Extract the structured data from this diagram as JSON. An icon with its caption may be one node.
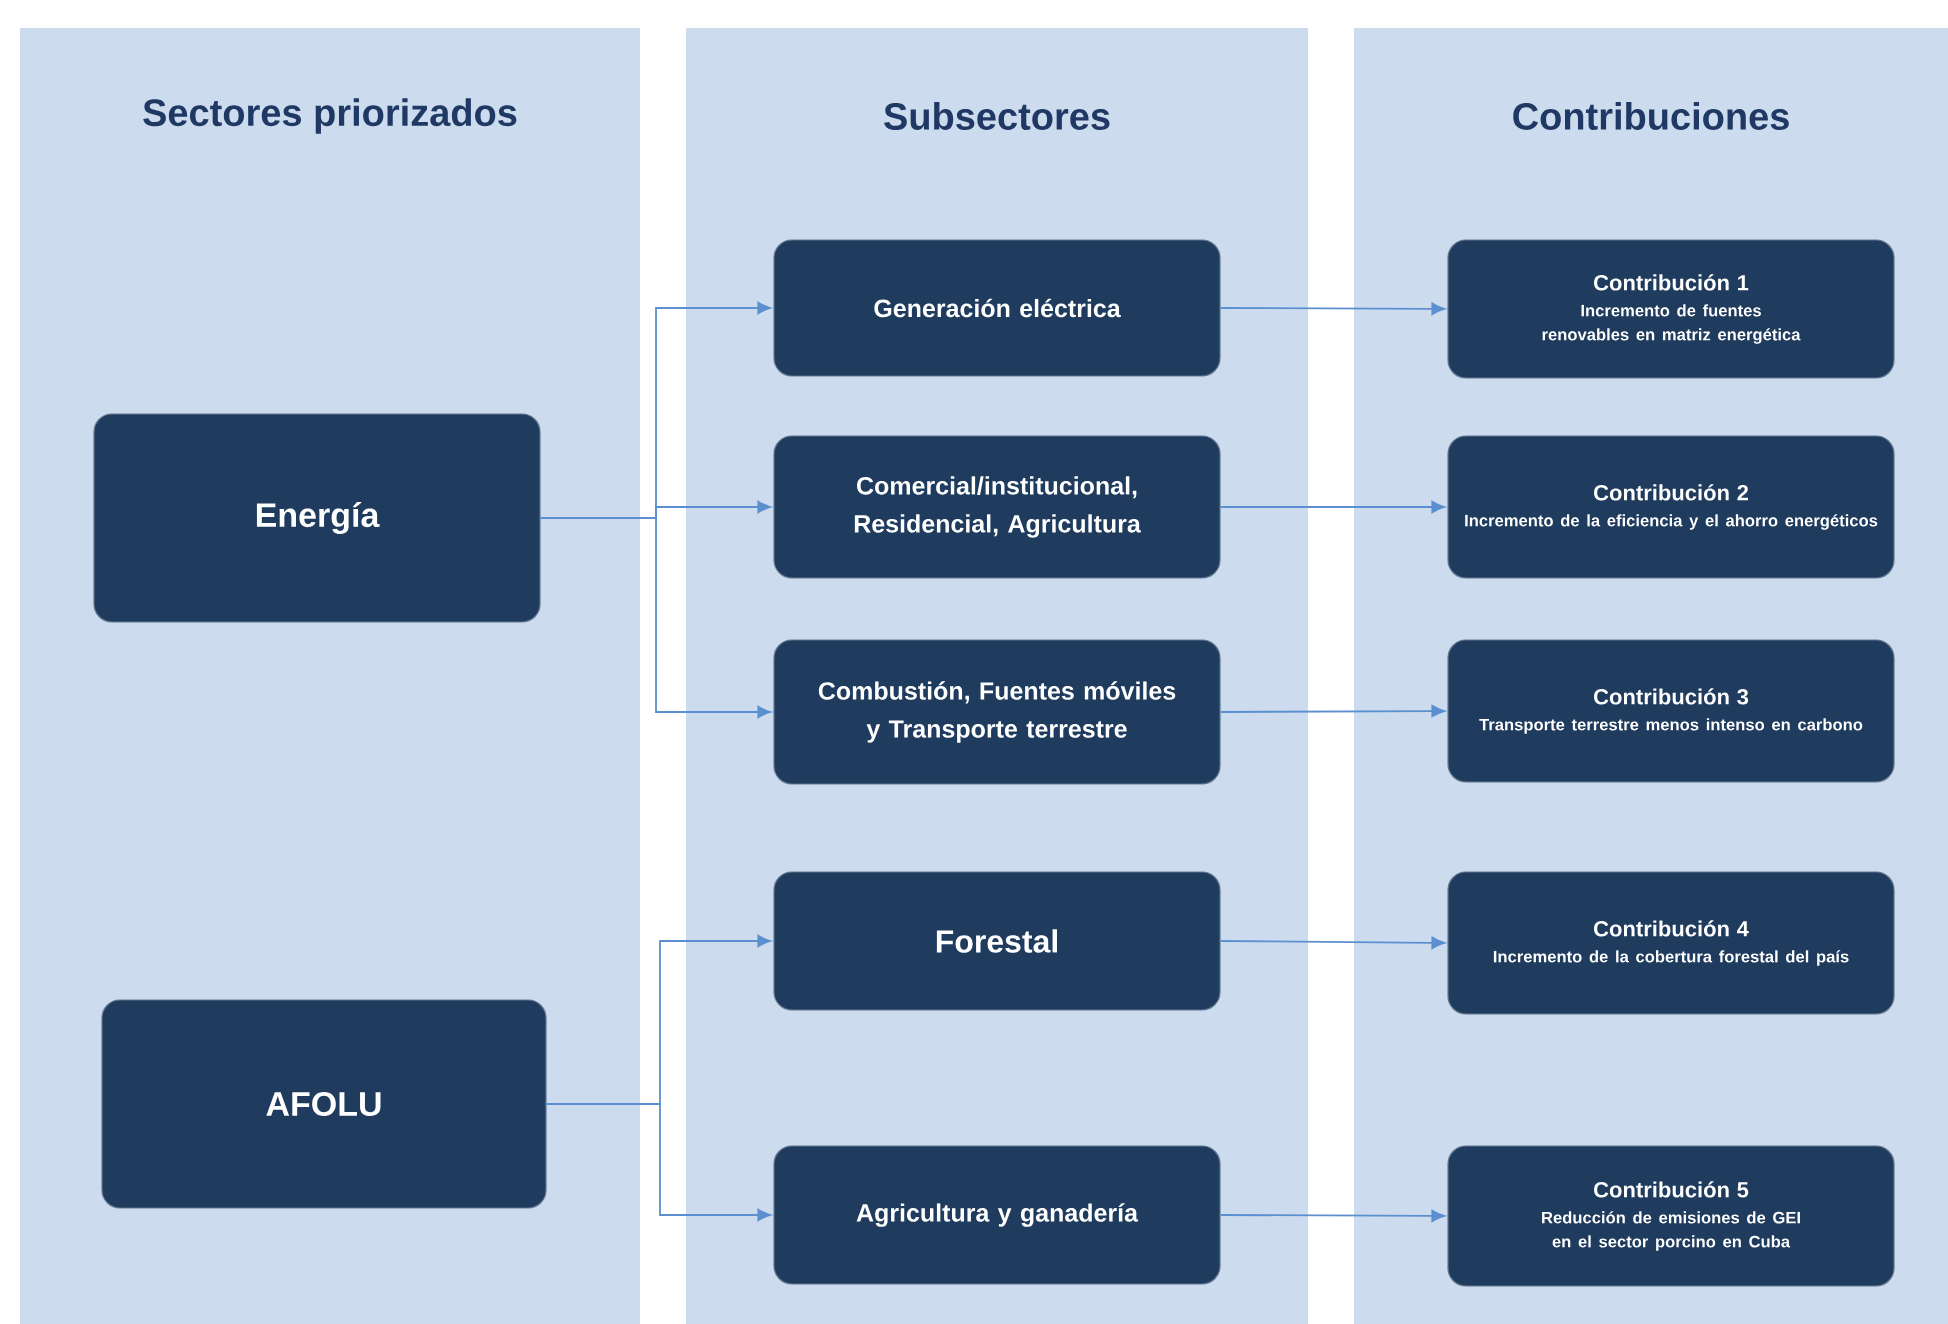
{
  "diagram": {
    "nodes": [
      {
        "text": [
          "Sectores priorizados"
        ]
      },
      {
        "text": [
          "Energía"
        ],
        "in": 0
      },
      {
        "text": [
          "AFOLU"
        ],
        "in": 0
      },
      {
        "text": [
          "Subsectores"
        ]
      },
      {
        "text": [
          "Generación eléctrica"
        ],
        "in": 3
      },
      {
        "text": [
          "Comercial/institucional, Residencial, Agricultura"
        ],
        "in": 3
      },
      {
        "text": [
          "Combustión, Fuentes móviles y Transporte terrestre"
        ],
        "in": 3
      },
      {
        "text": [
          "Forestal"
        ],
        "in": 3
      },
      {
        "text": [
          "Agricultura y ganadería"
        ],
        "in": 3
      },
      {
        "text": [
          "Contribuciones"
        ]
      },
      {
        "text": [
          "Contribución 1",
          "Incremento de fuentes renovables en matriz energética"
        ],
        "in": 9
      },
      {
        "text": [
          "Contribución 2",
          "Incremento de la eficiencia y el ahorro energéticos"
        ],
        "in": 9
      },
      {
        "text": [
          "Contribución 3",
          "Transporte terrestre menos intenso en carbono"
        ],
        "in": 9
      },
      {
        "text": [
          "Contribución 4",
          "Incremento de la cobertura forestal del país"
        ],
        "in": 9
      },
      {
        "text": [
          "Contribución 5",
          "Reducción de emisiones de GEI en el sector porcino en Cuba"
        ],
        "in": 9
      }
    ],
    "edges": [
      {
        "from": 1,
        "to": 4,
        "arrow": "to"
      },
      {
        "from": 1,
        "to": 5,
        "arrow": "to"
      },
      {
        "from": 1,
        "to": 6,
        "arrow": "to"
      },
      {
        "from": 2,
        "to": 7,
        "arrow": "to"
      },
      {
        "from": 2,
        "to": 8,
        "arrow": "to"
      },
      {
        "from": 4,
        "to": 10,
        "arrow": "to"
      },
      {
        "from": 5,
        "to": 11,
        "arrow": "to"
      },
      {
        "from": 6,
        "to": 12,
        "arrow": "to"
      },
      {
        "from": 7,
        "to": 13,
        "arrow": "to"
      },
      {
        "from": 8,
        "to": 14,
        "arrow": "to"
      }
    ]
  }
}
